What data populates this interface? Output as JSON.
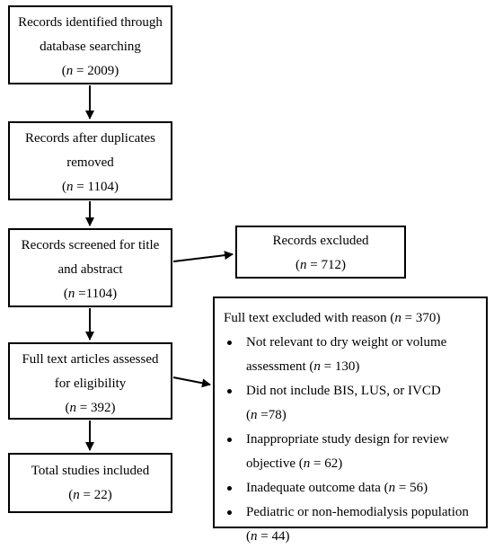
{
  "boxes": {
    "identified": {
      "lines": [
        "Records identified through",
        "database searching"
      ],
      "n": "n",
      "n_value": " = 2009)"
    },
    "duplicates": {
      "lines": [
        "Records after duplicates",
        "removed"
      ],
      "n": "n",
      "n_value": " = 1104)"
    },
    "screened": {
      "lines": [
        "Records screened for title",
        "and abstract"
      ],
      "n": "n",
      "n_value": " =1104)"
    },
    "fulltext": {
      "lines": [
        "Full text articles assessed",
        "for eligibility"
      ],
      "n": "n",
      "n_value": " = 392)"
    },
    "included": {
      "lines": [
        "Total studies included"
      ],
      "n": "n",
      "n_value": " = 22)"
    },
    "excluded": {
      "lines": [
        "Records excluded"
      ],
      "n": "n",
      "n_value": " = 712)"
    }
  },
  "reasons": {
    "title_prefix": "Full text excluded with reason (",
    "title_n": "n",
    "title_value": " = 370)",
    "items": [
      {
        "line1": "Not relevant to dry weight or volume",
        "line2_prefix": "assessment (",
        "n": "n",
        "value": " = 130)"
      },
      {
        "line1": "Did not include BIS, LUS, or IVCD",
        "line2_prefix": "(",
        "n": "n",
        "value": " =78)"
      },
      {
        "line1": "Inappropriate study design for review",
        "line2_prefix": "objective (",
        "n": "n",
        "value": " = 62)"
      },
      {
        "line1_prefix": "Inadequate outcome data (",
        "n": "n",
        "value": " = 56)"
      },
      {
        "line1": "Pediatric or non-hemodialysis population",
        "line2_prefix": "(",
        "n": "n",
        "value": " = 44)"
      }
    ]
  }
}
